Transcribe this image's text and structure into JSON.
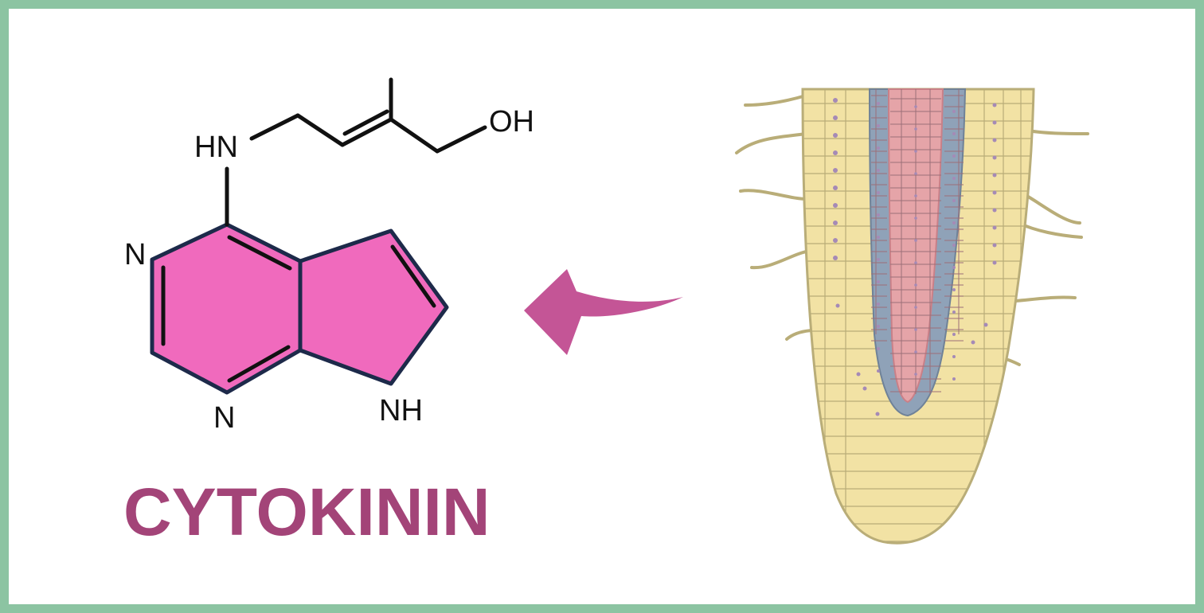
{
  "title": "CYTOKININ",
  "molecule": {
    "labels": {
      "hn": "HN",
      "oh": "OH",
      "n_top": "N",
      "n_bottom": "N",
      "nh": "NH"
    }
  },
  "icons": {
    "arrow": "curved-arrow-icon",
    "root": "root-tip-illustration"
  },
  "colors": {
    "frame": "#8cc4a2",
    "ring_fill": "#f06abd",
    "ring_stroke": "#1d2a4a",
    "title": "#a34478",
    "arrow": "#c45596",
    "root_cap": "#f2e2a4",
    "root_outline": "#b9ad78",
    "stele": "#e5a4a8",
    "pericycle": "#8fa2b8",
    "nucleus": "#a58ab6"
  }
}
